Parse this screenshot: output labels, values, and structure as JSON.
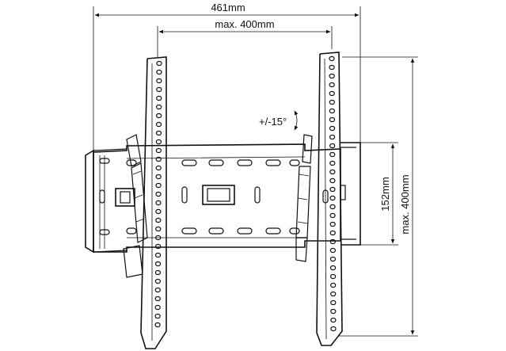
{
  "dimensions": {
    "overall_width": "461mm",
    "max_horizontal": "max. 400mm",
    "rail_height": "152mm",
    "max_vertical": "max. 400mm",
    "tilt": "+/-15°"
  }
}
